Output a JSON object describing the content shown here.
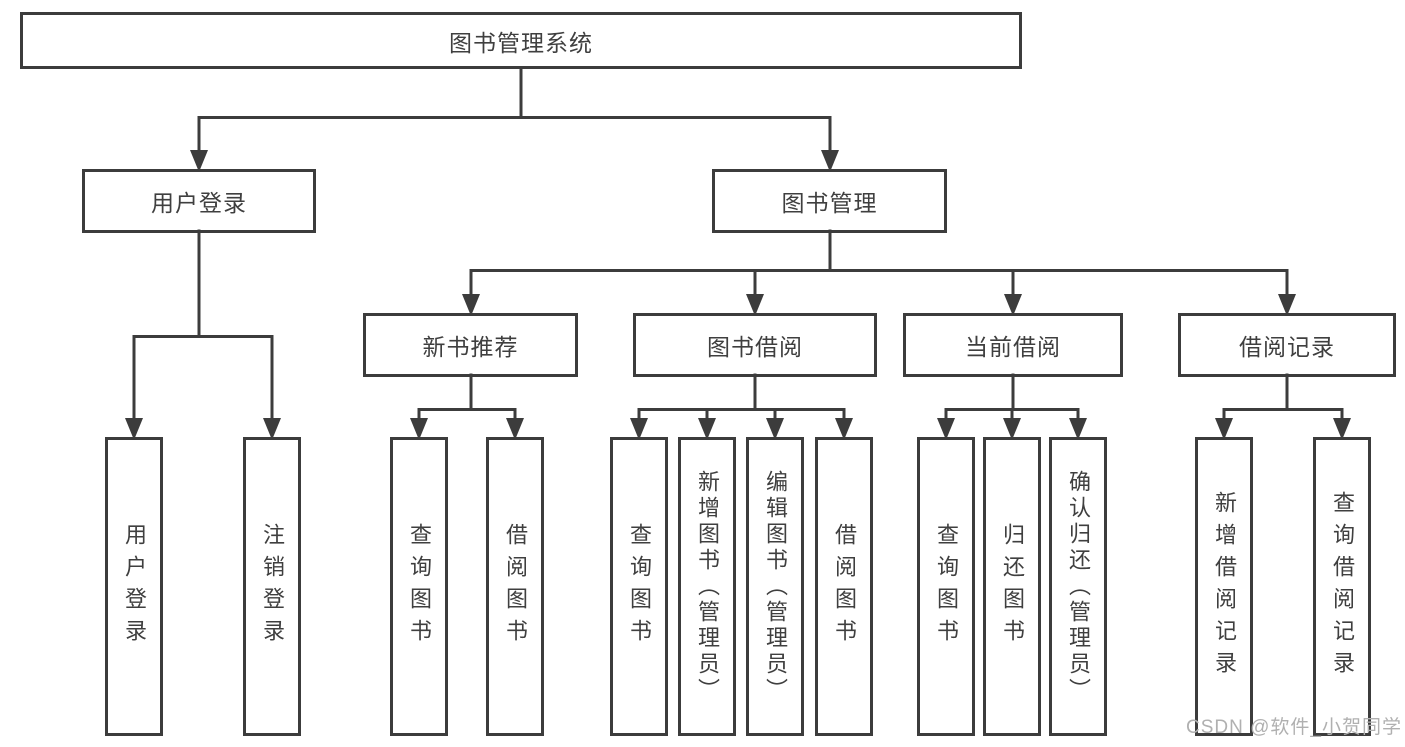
{
  "tree": {
    "root": {
      "label": "图书管理系统"
    },
    "user_login": {
      "label": "用户登录",
      "children": [
        {
          "label": "用户登录"
        },
        {
          "label": "注销登录"
        }
      ]
    },
    "book_mgmt": {
      "label": "图书管理",
      "children": [
        {
          "label": "新书推荐",
          "children": [
            {
              "label": "查询图书"
            },
            {
              "label": "借阅图书"
            }
          ]
        },
        {
          "label": "图书借阅",
          "children": [
            {
              "label": "查询图书"
            },
            {
              "label": "新增图书（管理员）"
            },
            {
              "label": "编辑图书（管理员）"
            },
            {
              "label": "借阅图书"
            }
          ]
        },
        {
          "label": "当前借阅",
          "children": [
            {
              "label": "查询图书"
            },
            {
              "label": "归还图书"
            },
            {
              "label": "确认归还（管理员）"
            }
          ]
        },
        {
          "label": "借阅记录",
          "children": [
            {
              "label": "新增借阅记录"
            },
            {
              "label": "查询借阅记录"
            }
          ]
        }
      ]
    }
  },
  "watermark": {
    "text": "CSDN @软件_小贺同学"
  },
  "colors": {
    "line": "#3c3c3c",
    "text": "#3f3f3f",
    "box_background": "#ffffff",
    "background": "#ffffff",
    "watermark": "#b0b0b0"
  }
}
